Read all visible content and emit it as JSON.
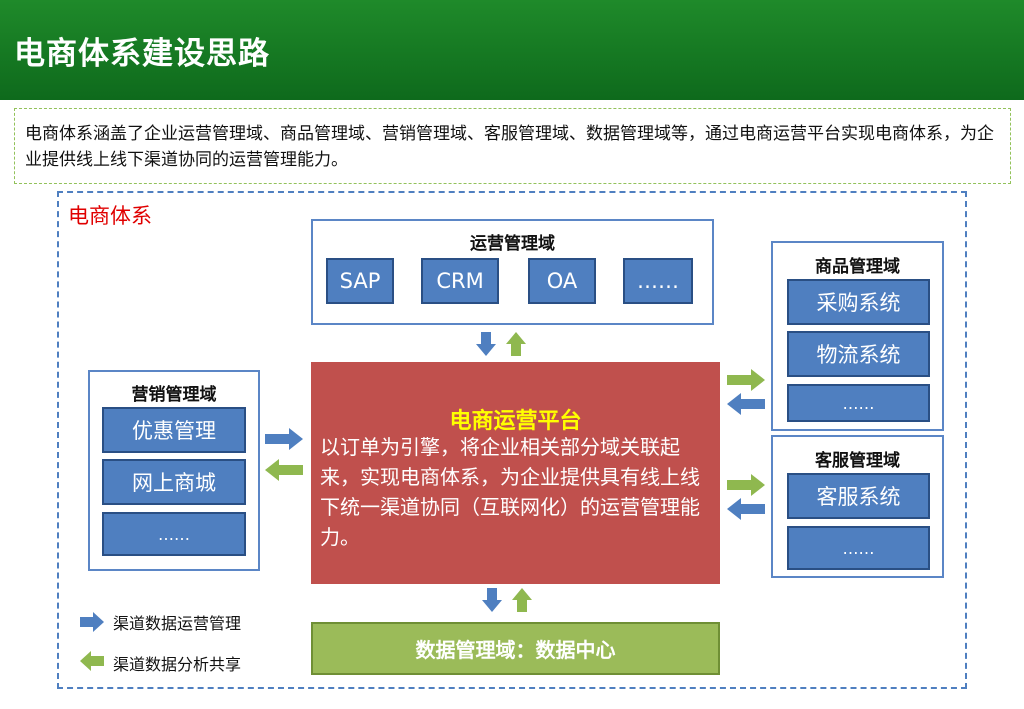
{
  "header": {
    "title": "电商体系建设思路"
  },
  "intro": {
    "text": "电商体系涵盖了企业运营管理域、商品管理域、营销管理域、客服管理域、数据管理域等，通过电商运营平台实现电商体系，为企业提供线上线下渠道协同的运营管理能力。"
  },
  "frame": {
    "label": "电商体系"
  },
  "domains": {
    "operations": {
      "title": "运营管理域",
      "systems": [
        "SAP",
        "CRM",
        "OA",
        "……"
      ]
    },
    "product": {
      "title": "商品管理域",
      "systems": [
        "采购系统",
        "物流系统",
        "……"
      ]
    },
    "marketing": {
      "title": "营销管理域",
      "systems": [
        "优惠管理",
        "网上商城",
        "……"
      ]
    },
    "service": {
      "title": "客服管理域",
      "systems": [
        "客服系统",
        "……"
      ]
    },
    "data": {
      "title": "数据管理域：数据中心"
    }
  },
  "platform": {
    "title": "电商运营平台",
    "description": "以订单为引擎，将企业相关部分域关联起来，实现电商体系，为企业提供具有线上线下统一渠道协同（互联网化）的运营管理能力。"
  },
  "legend": {
    "blue": "渠道数据运营管理",
    "green": "渠道数据分析共享"
  },
  "colors": {
    "header_green": "#1f8a2a",
    "domain_blue": "#4f7fc0",
    "platform_red": "#c0504d",
    "data_green": "#9bbb59",
    "arrow_blue": "#4f7fc0",
    "arrow_green": "#8fb84f",
    "frame_label_red": "#e00000"
  }
}
